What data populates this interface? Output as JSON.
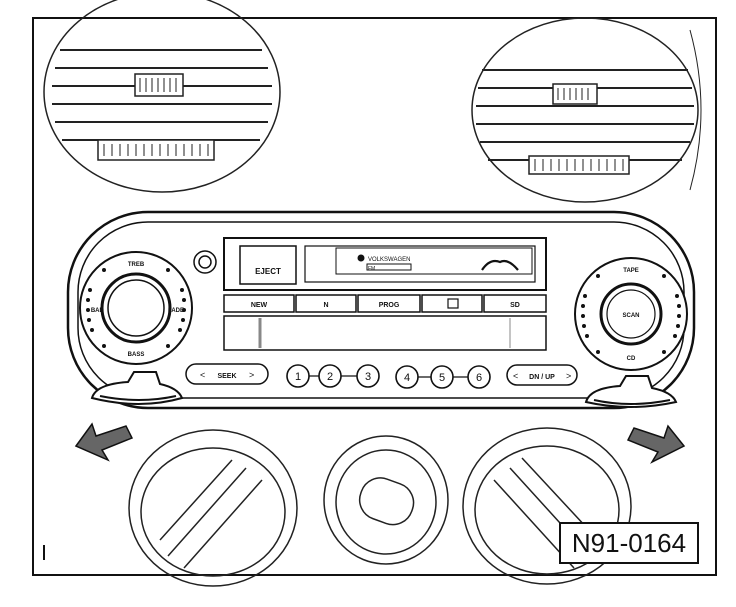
{
  "figure_id": "N91-0164",
  "radio": {
    "brand": "VOLKSWAGEN",
    "eject_label": "EJECT",
    "fm_label": "FM",
    "buttons_row": [
      "NEW",
      "N",
      "PROG",
      "",
      "SD"
    ],
    "left_knob_labels": {
      "top": "TREB",
      "bottom": "BASS",
      "left": "BAL",
      "right": "FADE"
    },
    "right_knob_labels": {
      "top": "TAPE",
      "center": "SCAN",
      "bottom": "CD"
    },
    "seek_label": "SEEK",
    "presets": [
      "1",
      "2",
      "3",
      "4",
      "5",
      "6"
    ],
    "dn_up_label": "DN / UP"
  }
}
